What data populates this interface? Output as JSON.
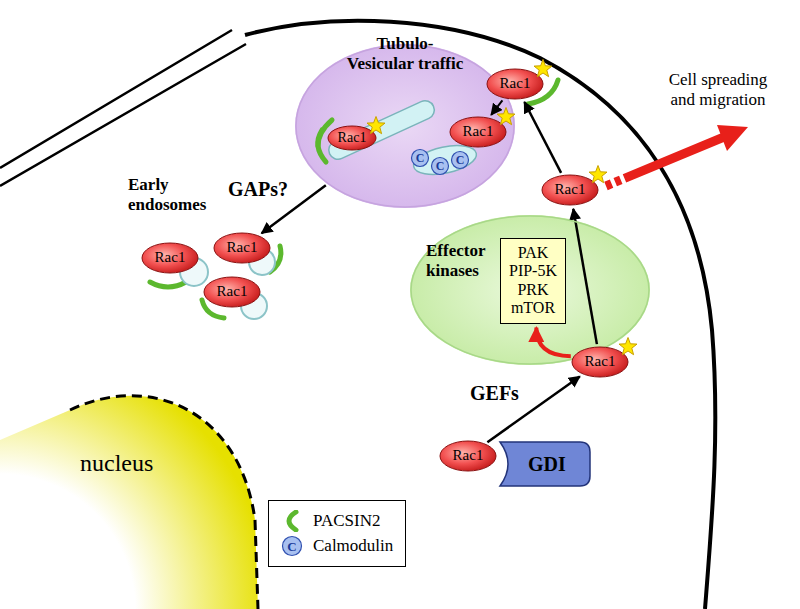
{
  "diagram": {
    "nodes": [
      {
        "text": [
          "Tubulo- Vesicular traffic"
        ]
      },
      {
        "text": [
          "Rac1"
        ],
        "in": 0
      },
      {
        "text": [
          "Rac1"
        ],
        "in": 0
      },
      {
        "text": [
          "C"
        ],
        "in": 0
      },
      {
        "text": [
          "C"
        ],
        "in": 0
      },
      {
        "text": [
          "C"
        ],
        "in": 0
      },
      {
        "text": [
          "Rac1"
        ]
      },
      {
        "text": [
          "Rac1"
        ]
      },
      {
        "text": [
          "Rac1"
        ]
      },
      {
        "text": [
          "Rac1"
        ]
      },
      {
        "text": [
          "Rac1"
        ]
      },
      {
        "text": [
          "Effector kinases"
        ]
      },
      {
        "text": [
          "PAK PIP-5K PRK mTOR"
        ],
        "in": 11
      },
      {
        "text": [
          "Rac1"
        ]
      },
      {
        "text": [
          "Rac1"
        ]
      },
      {
        "text": [
          "GDI"
        ]
      }
    ],
    "edges": [
      {
        "from": 6,
        "to": 2,
        "arrow": "to"
      },
      {
        "from": 0,
        "to": 8,
        "label": "GAPs?",
        "arrow": "to"
      },
      {
        "from": 10,
        "to": 6,
        "arrow": "to"
      },
      {
        "from": 13,
        "to": 10,
        "arrow": "to"
      },
      {
        "from": 13,
        "to": 12,
        "arrow": "to"
      },
      {
        "from": 14,
        "to": 13,
        "label": "GEFs",
        "arrow": "to"
      }
    ],
    "labels": [
      "Early endosomes",
      "nucleus",
      "Cell spreading and migration",
      "C"
    ],
    "legend": [
      {
        "text": "PACSIN2"
      },
      {
        "text": "Calmodulin"
      }
    ]
  }
}
